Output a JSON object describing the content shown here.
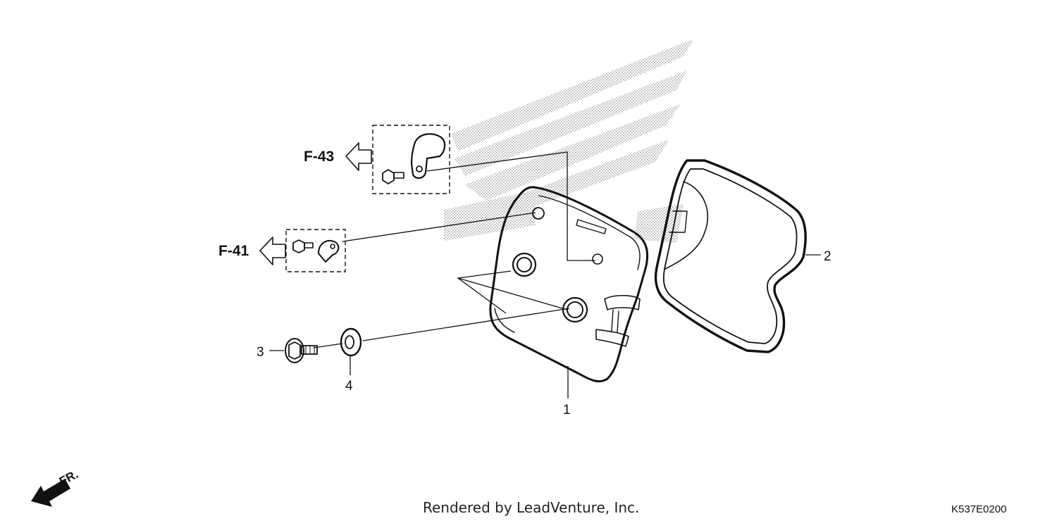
{
  "callouts": {
    "cover": "1",
    "gasket": "2",
    "bolt": "3",
    "washer": "4"
  },
  "references": {
    "upper": "F-43",
    "lower": "F-41"
  },
  "front_marker": "FR.",
  "footer": {
    "credit": "Rendered by LeadVenture, Inc.",
    "diagram_code": "K537E0200"
  },
  "colors": {
    "line": "#111111",
    "shading": "#b5b5b5"
  }
}
